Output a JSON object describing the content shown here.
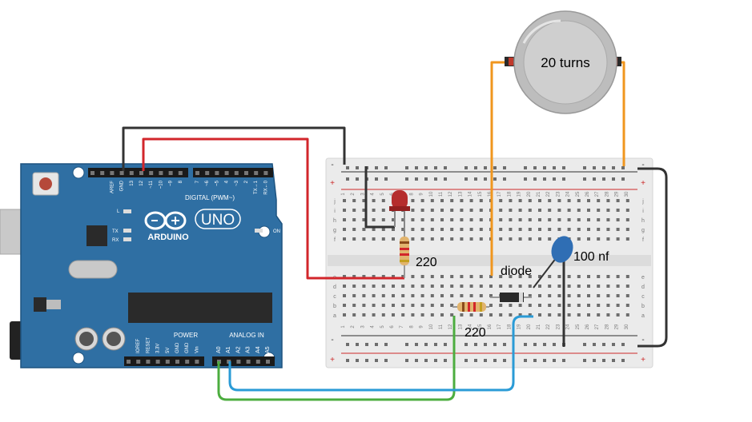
{
  "arduino": {
    "brand": "ARDUINO",
    "model": "UNO",
    "digital_header_label": "DIGITAL (PWM~)",
    "power_header_label": "POWER",
    "analog_header_label": "ANALOG IN",
    "led_labels": [
      "L",
      "TX",
      "RX",
      "ON"
    ],
    "top_pin_labels": [
      "AREF",
      "GND",
      "13",
      "12",
      "~11",
      "~10",
      "~9",
      "8",
      "7",
      "~6",
      "~5",
      "4",
      "~3",
      "2",
      "TX→1",
      "RX←0"
    ],
    "power_pin_labels": [
      "IOREF",
      "RESET",
      "3.3V",
      "5V",
      "GND",
      "GND",
      "Vin"
    ],
    "analog_pin_labels": [
      "A0",
      "A1",
      "A2",
      "A3",
      "A4",
      "A5"
    ]
  },
  "breadboard": {
    "column_count": 30,
    "row_letters_top": [
      "j",
      "i",
      "h",
      "g",
      "f"
    ],
    "row_letters_bottom": [
      "e",
      "d",
      "c",
      "b",
      "a"
    ],
    "rail_plus": "+",
    "rail_minus": "-"
  },
  "components": {
    "coil_label": "20 turns",
    "resistor_top_label": "220",
    "resistor_bottom_label": "220",
    "diode_label": "diode",
    "capacitor_label": "100 nf"
  },
  "colors": {
    "board": "#2f6fa3",
    "board_dark": "#1f5480",
    "wire_black": "#333333",
    "wire_red": "#d2262b",
    "wire_orange": "#f0961e",
    "wire_green": "#4cad3f",
    "wire_blue": "#2a9bd6",
    "breadboard": "#ececec",
    "coil": "#bdbdbd",
    "capacitor": "#2f6eb4",
    "led": "#b52d2d"
  }
}
